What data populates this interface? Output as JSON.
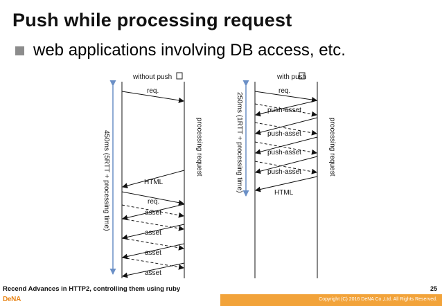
{
  "slide": {
    "title": "Push while processing request",
    "bullet": "web applications involving DB access, etc."
  },
  "diagram_left": {
    "header": "without push",
    "rtt_label": "450ms (5RTT + processing time)",
    "request_label": "req.",
    "processing_label": "processing request",
    "html_label": "HTML",
    "followup_request_label": "req.",
    "asset_labels": [
      "asset",
      "asset",
      "asset",
      "asset"
    ]
  },
  "diagram_right": {
    "header": "with push",
    "rtt_label": "250ms (1RTT + processing time)",
    "request_label": "req.",
    "processing_label": "processing request",
    "push_labels": [
      "push-asset",
      "push-asset",
      "push-asset",
      "push-asset"
    ],
    "html_label": "HTML"
  },
  "footer": {
    "title": "Recend Advances in HTTP2, controlling them using ruby",
    "page_number": "25",
    "logo": "DeNA",
    "copyright": "Copyright (C) 2016 DeNA Co.,Ltd. All Rights Reserved."
  },
  "colors": {
    "accent_orange": "#f2a33a",
    "rtt_arrow": "#6a8fc6",
    "bullet_grey": "#8c8c8c"
  },
  "icons": {
    "bullet": "square-bullet",
    "missing_glyph": "missing-glyph-box"
  }
}
